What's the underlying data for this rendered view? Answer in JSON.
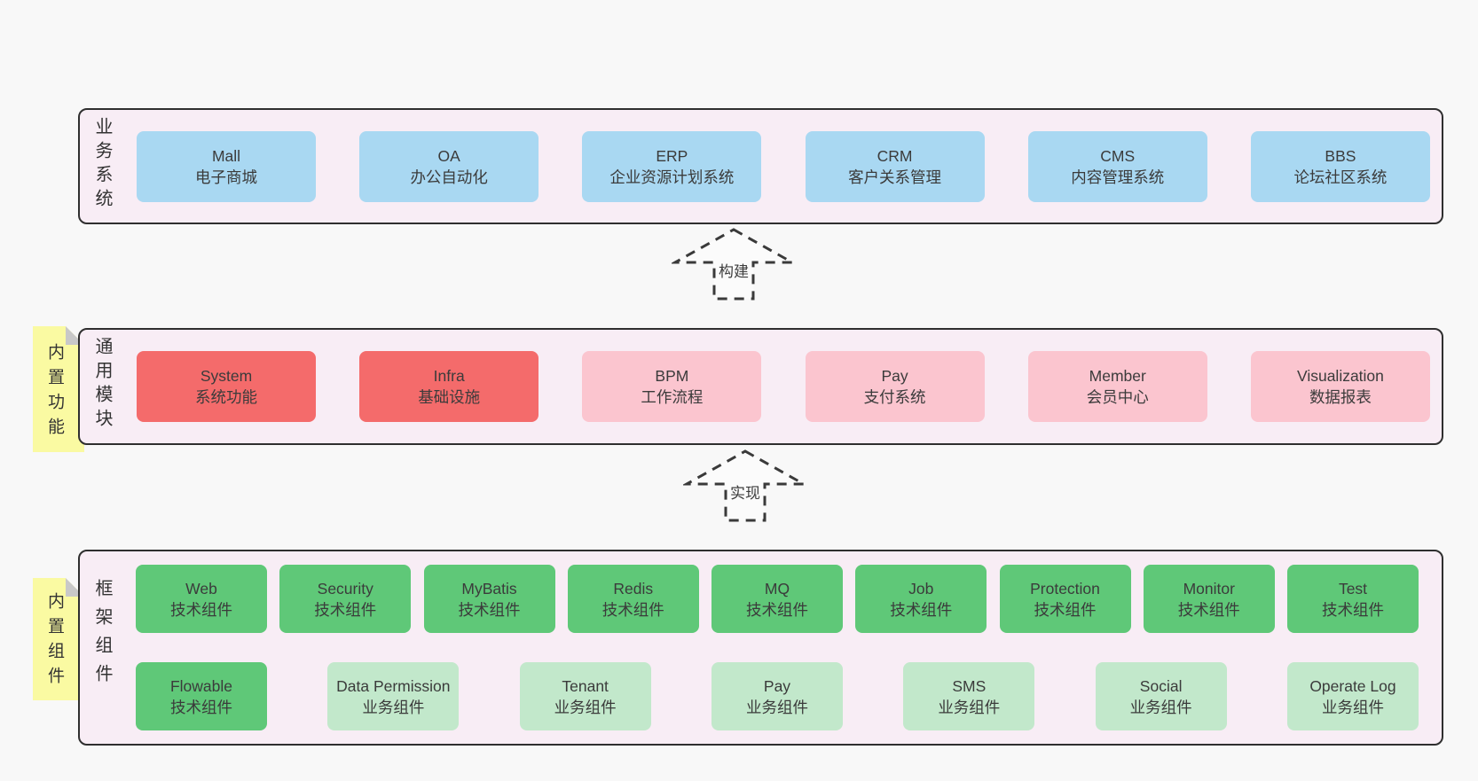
{
  "colors": {
    "background": "#f8f8f8",
    "panel": "#f8edf5",
    "panel_border": "#2f2f2f",
    "tab_yellow": "#fafaa2",
    "tab_fold_gray": "#c8c8c8",
    "box_blue": "#a9d8f2",
    "box_red": "#f46b6b",
    "box_pink": "#fbc5cf",
    "box_green": "#5fc878",
    "box_light_green": "#c2e8cb",
    "text": "#3b3b3b"
  },
  "arrows": [
    {
      "label": "构建"
    },
    {
      "label": "实现"
    }
  ],
  "layers": {
    "business": {
      "label": "业务系统",
      "boxes": [
        {
          "name": "Mall",
          "subtitle": "电子商城"
        },
        {
          "name": "OA",
          "subtitle": "办公自动化"
        },
        {
          "name": "ERP",
          "subtitle": "企业资源计划系统"
        },
        {
          "name": "CRM",
          "subtitle": "客户关系管理"
        },
        {
          "name": "CMS",
          "subtitle": "内容管理系统"
        },
        {
          "name": "BBS",
          "subtitle": "论坛社区系统"
        }
      ]
    },
    "modules": {
      "label": "通用模块",
      "tab": "内置功能",
      "boxes": [
        {
          "name": "System",
          "subtitle": "系统功能"
        },
        {
          "name": "Infra",
          "subtitle": "基础设施"
        },
        {
          "name": "BPM",
          "subtitle": "工作流程"
        },
        {
          "name": "Pay",
          "subtitle": "支付系统"
        },
        {
          "name": "Member",
          "subtitle": "会员中心"
        },
        {
          "name": "Visualization",
          "subtitle": "数据报表"
        }
      ]
    },
    "framework": {
      "label": "框架组件",
      "tab": "内置组件",
      "row1": [
        {
          "name": "Web",
          "subtitle": "技术组件"
        },
        {
          "name": "Security",
          "subtitle": "技术组件"
        },
        {
          "name": "MyBatis",
          "subtitle": "技术组件"
        },
        {
          "name": "Redis",
          "subtitle": "技术组件"
        },
        {
          "name": "MQ",
          "subtitle": "技术组件"
        },
        {
          "name": "Job",
          "subtitle": "技术组件"
        },
        {
          "name": "Protection",
          "subtitle": "技术组件"
        },
        {
          "name": "Monitor",
          "subtitle": "技术组件"
        }
      ],
      "row2": [
        {
          "name": "Test",
          "subtitle": "技术组件"
        },
        {
          "name": "Flowable",
          "subtitle": "技术组件"
        },
        {
          "name": "Data Permission",
          "subtitle": "业务组件"
        },
        {
          "name": "Tenant",
          "subtitle": "业务组件"
        },
        {
          "name": "Pay",
          "subtitle": "业务组件"
        },
        {
          "name": "SMS",
          "subtitle": "业务组件"
        },
        {
          "name": "Social",
          "subtitle": "业务组件"
        },
        {
          "name": "Operate Log",
          "subtitle": "业务组件"
        }
      ]
    }
  }
}
